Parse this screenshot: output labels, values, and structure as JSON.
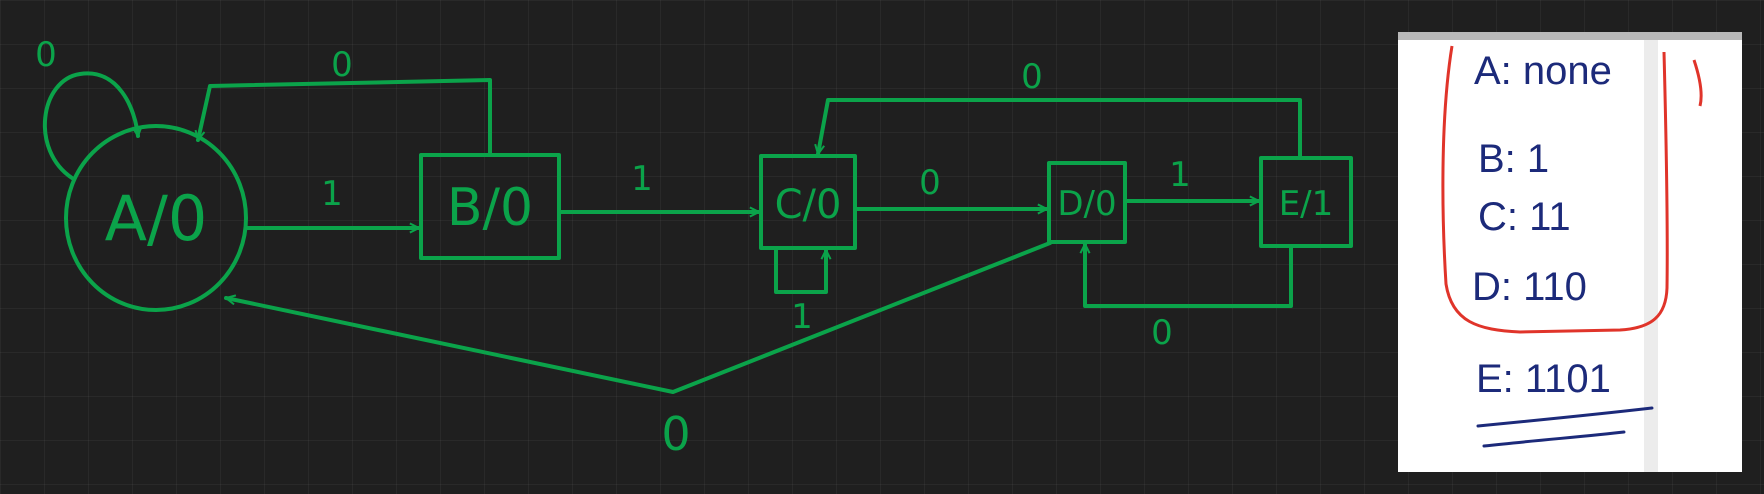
{
  "diagram": {
    "ink_color": "#0ba34a",
    "background_color": "#1f1f1f",
    "states": [
      {
        "id": "A",
        "label": "A/0",
        "shape": "circle"
      },
      {
        "id": "B",
        "label": "B/0",
        "shape": "box"
      },
      {
        "id": "C",
        "label": "C/0",
        "shape": "box"
      },
      {
        "id": "D",
        "label": "D/0",
        "shape": "box"
      },
      {
        "id": "E",
        "label": "E/1",
        "shape": "box"
      }
    ],
    "transitions": [
      {
        "from": "A",
        "to": "A",
        "input": "0"
      },
      {
        "from": "A",
        "to": "B",
        "input": "1"
      },
      {
        "from": "B",
        "to": "A",
        "input": "0"
      },
      {
        "from": "B",
        "to": "C",
        "input": "1"
      },
      {
        "from": "C",
        "to": "C",
        "input": "1"
      },
      {
        "from": "C",
        "to": "D",
        "input": "0"
      },
      {
        "from": "D",
        "to": "A",
        "input": "0"
      },
      {
        "from": "D",
        "to": "E",
        "input": "1"
      },
      {
        "from": "E",
        "to": "C",
        "input": "0"
      },
      {
        "from": "E",
        "to": "D",
        "input": "0"
      }
    ]
  },
  "notes": {
    "ink_color": "#1c2a7a",
    "highlight_color": "#e0342a",
    "items": [
      {
        "state": "A",
        "sequence": "none",
        "text": "A: none"
      },
      {
        "state": "B",
        "sequence": "1",
        "text": "B: 1"
      },
      {
        "state": "C",
        "sequence": "11",
        "text": "C: 11"
      },
      {
        "state": "D",
        "sequence": "110",
        "text": "D: 110"
      },
      {
        "state": "E",
        "sequence": "1101",
        "text": "E: 1101"
      }
    ]
  }
}
